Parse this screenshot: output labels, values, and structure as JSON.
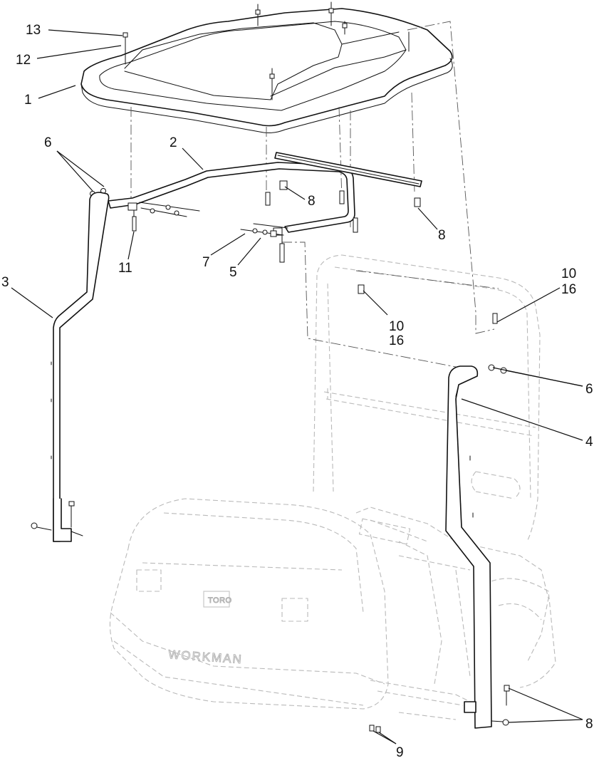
{
  "diagram": {
    "callouts": [
      {
        "id": "c13",
        "text": "13"
      },
      {
        "id": "c12",
        "text": "12"
      },
      {
        "id": "c1",
        "text": "1"
      },
      {
        "id": "c6a",
        "text": "6"
      },
      {
        "id": "c2",
        "text": "2"
      },
      {
        "id": "c8a",
        "text": "8"
      },
      {
        "id": "c8b",
        "text": "8"
      },
      {
        "id": "c11",
        "text": "11"
      },
      {
        "id": "c7",
        "text": "7"
      },
      {
        "id": "c5",
        "text": "5"
      },
      {
        "id": "c3",
        "text": "3"
      },
      {
        "id": "c10a",
        "text": "10"
      },
      {
        "id": "c16a",
        "text": "16"
      },
      {
        "id": "c10b",
        "text": "10"
      },
      {
        "id": "c16b",
        "text": "16"
      },
      {
        "id": "c6b",
        "text": "6"
      },
      {
        "id": "c4",
        "text": "4"
      },
      {
        "id": "c8c",
        "text": "8"
      },
      {
        "id": "c9",
        "text": "9"
      }
    ],
    "vehicle_text": {
      "hood_lettering": "WORKMAN",
      "badge": "TORO"
    }
  }
}
